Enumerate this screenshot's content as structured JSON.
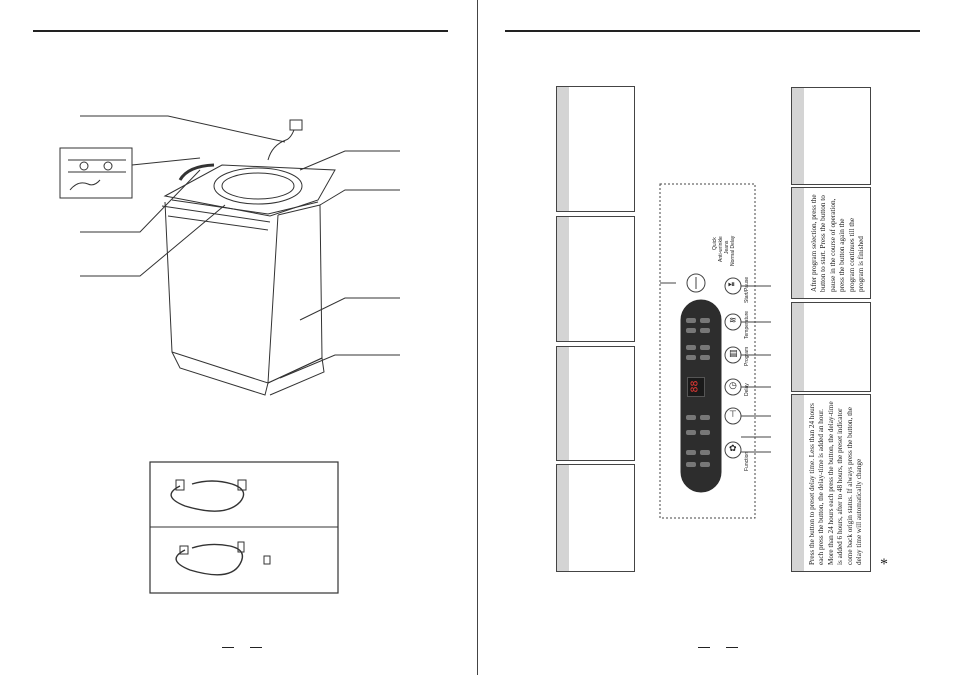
{
  "left_page": {
    "accessories": [
      "inlet-hose",
      "drain-hose-with-adapter"
    ]
  },
  "right_page": {
    "control_panel": {
      "buttons": [
        {
          "id": "power",
          "icon": "power-icon"
        },
        {
          "id": "start_pause",
          "label": "Start/Pause",
          "icon": "play-pause-icon"
        },
        {
          "id": "temperature",
          "label": "Temperature",
          "icon": "thermometer-icon"
        },
        {
          "id": "program",
          "label": "Program",
          "icon": "program-icon"
        },
        {
          "id": "delay",
          "label": "Delay",
          "icon": "clock-icon"
        },
        {
          "id": "function",
          "label": "Function",
          "icon": "settings-icon"
        }
      ],
      "display_digits": "88",
      "legend": [
        "Quick",
        "Anti-wrinkle",
        "Jeans",
        "Normal Delay"
      ]
    },
    "start_pause_text": "After program selection, press the button to start. Press the button to pause in the course of operation, press the button again the program continues till the program is finished",
    "delay_text": "Press the button to preset delay time. Less than 24 hours each press the button, the delay-time is added an hour. More than 24 hours each press the button, the delay-time is added 6 hours, after to 48 hours, the preset indicator come back origin status. If always press the button, the delay time will automatically change",
    "footnote_mark": "*"
  },
  "colors": {
    "line": "#222222",
    "bar": "#d4d4d4",
    "panel": "#2d2d2d",
    "display": "#e53935"
  }
}
